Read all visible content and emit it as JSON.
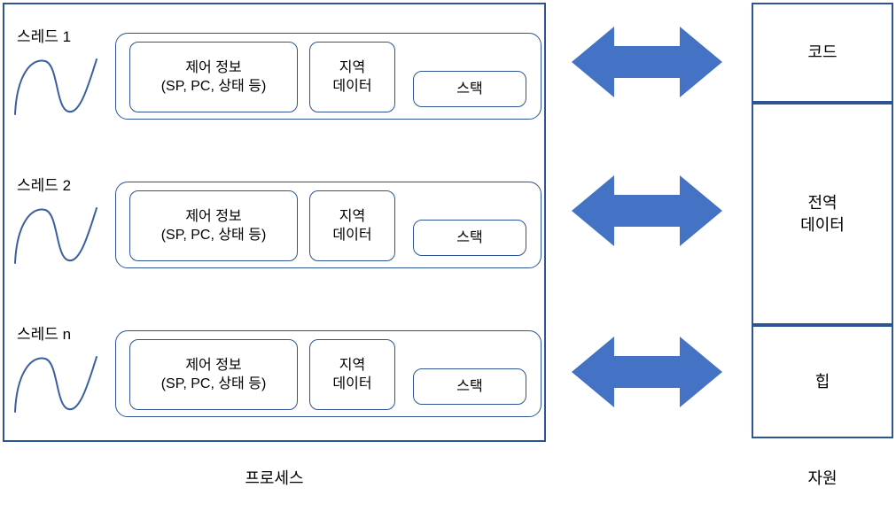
{
  "diagram": {
    "title_process": "프로세스",
    "title_resource": "자원",
    "accent_color": "#2E5496",
    "arrow_color": "#4472C4",
    "threads": [
      {
        "label": "스레드 1",
        "squiggle_icon": "sine-curve-icon",
        "boxes": {
          "control_line1": "제어 정보",
          "control_line2": "(SP, PC, 상태 등)",
          "local_line1": "지역",
          "local_line2": "데이터",
          "stack": "스택"
        },
        "arrow_icon": "double-headed-arrow-icon"
      },
      {
        "label": "스레드 2",
        "squiggle_icon": "sine-curve-icon",
        "boxes": {
          "control_line1": "제어 정보",
          "control_line2": "(SP, PC, 상태 등)",
          "local_line1": "지역",
          "local_line2": "데이터",
          "stack": "스택"
        },
        "arrow_icon": "double-headed-arrow-icon"
      },
      {
        "label": "스레드 n",
        "squiggle_icon": "sine-curve-icon",
        "boxes": {
          "control_line1": "제어 정보",
          "control_line2": "(SP, PC, 상태 등)",
          "local_line1": "지역",
          "local_line2": "데이터",
          "stack": "스택"
        },
        "arrow_icon": "double-headed-arrow-icon"
      }
    ],
    "resources": [
      {
        "label": "코드"
      },
      {
        "label_line1": "전역",
        "label_line2": "데이터"
      },
      {
        "label": "힙"
      }
    ]
  }
}
